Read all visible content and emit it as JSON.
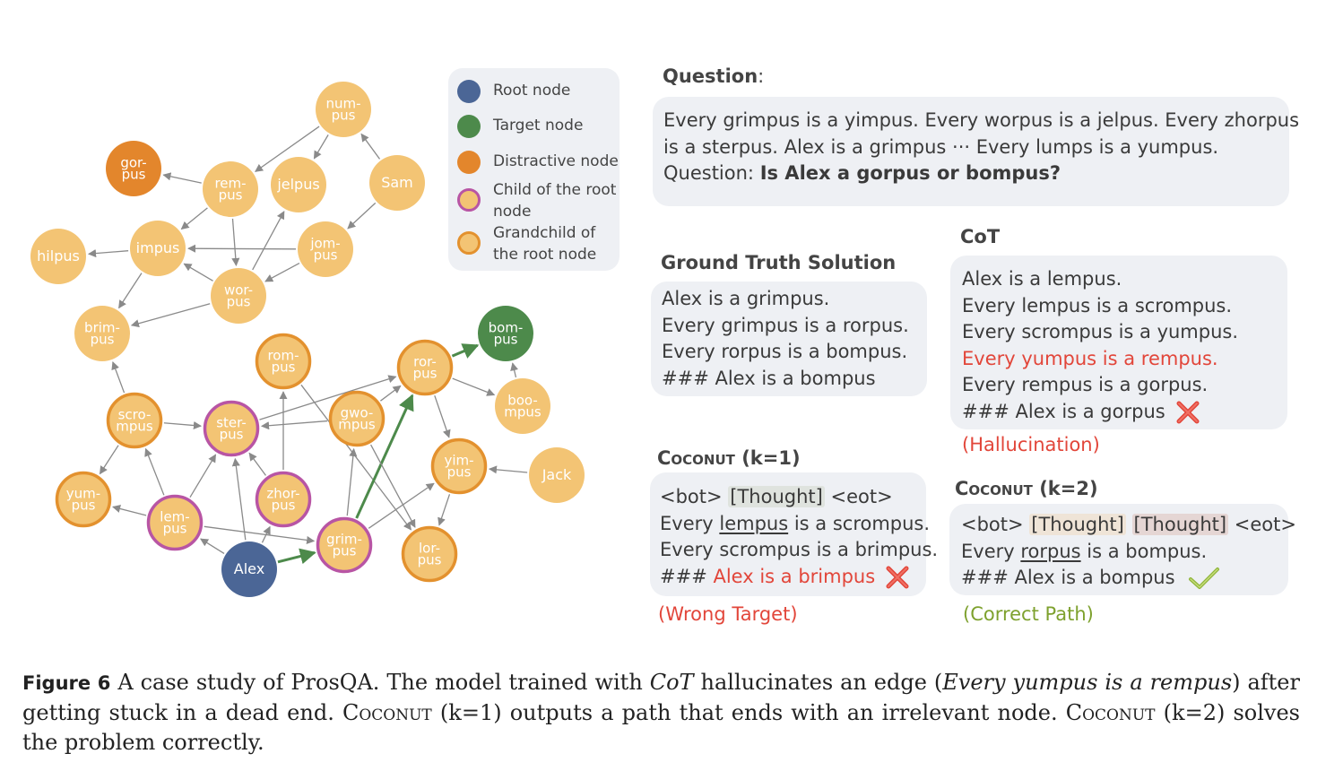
{
  "legend": {
    "items": [
      {
        "label": "Root node",
        "fill": "#4b6696",
        "stroke": "#4b6696"
      },
      {
        "label": "Target node",
        "fill": "#4d8a4b",
        "stroke": "#4d8a4b"
      },
      {
        "label": "Distractive node",
        "fill": "#e3862c",
        "stroke": "#e3862c"
      },
      {
        "label": "Child of the root node",
        "fill": "#f3c474",
        "stroke": "#b855a4"
      },
      {
        "label": "Grandchild of the root node",
        "fill": "#f3c474",
        "stroke": "#e3912e"
      }
    ]
  },
  "graph": {
    "nodes": [
      {
        "id": "numpus",
        "label": "num-\npus",
        "kind": "plain"
      },
      {
        "id": "gorpus",
        "label": "gor-\npus",
        "kind": "distractive"
      },
      {
        "id": "rempus",
        "label": "rem-\npus",
        "kind": "plain"
      },
      {
        "id": "jelpus",
        "label": "jelpus",
        "kind": "plain"
      },
      {
        "id": "sam",
        "label": "Sam",
        "kind": "plain"
      },
      {
        "id": "hilpus",
        "label": "hilpus",
        "kind": "plain"
      },
      {
        "id": "impus",
        "label": "impus",
        "kind": "plain"
      },
      {
        "id": "jompus",
        "label": "jom-\npus",
        "kind": "plain"
      },
      {
        "id": "worpus",
        "label": "wor-\npus",
        "kind": "plain"
      },
      {
        "id": "brimpus",
        "label": "brim-\npus",
        "kind": "plain"
      },
      {
        "id": "rompus",
        "label": "rom-\npus",
        "kind": "grandchild"
      },
      {
        "id": "rorpus",
        "label": "ror-\npus",
        "kind": "grandchild"
      },
      {
        "id": "bompus",
        "label": "bom-\npus",
        "kind": "target"
      },
      {
        "id": "boompus",
        "label": "boo-\nmpus",
        "kind": "plain"
      },
      {
        "id": "scrompus",
        "label": "scro-\nmpus",
        "kind": "grandchild"
      },
      {
        "id": "sterpus",
        "label": "ster-\npus",
        "kind": "child"
      },
      {
        "id": "gwompus",
        "label": "gwo-\nmpus",
        "kind": "grandchild"
      },
      {
        "id": "yimpus",
        "label": "yim-\npus",
        "kind": "grandchild"
      },
      {
        "id": "jack",
        "label": "Jack",
        "kind": "plain"
      },
      {
        "id": "yumpus",
        "label": "yum-\npus",
        "kind": "grandchild"
      },
      {
        "id": "zhorpus",
        "label": "zhor-\npus",
        "kind": "child"
      },
      {
        "id": "lempus",
        "label": "lem-\npus",
        "kind": "child"
      },
      {
        "id": "grimpus",
        "label": "grim-\npus",
        "kind": "child"
      },
      {
        "id": "lorpus",
        "label": "lor-\npus",
        "kind": "grandchild"
      },
      {
        "id": "alex",
        "label": "Alex",
        "kind": "root"
      }
    ],
    "edges": [
      [
        "numpus",
        "rempus",
        false
      ],
      [
        "numpus",
        "jelpus",
        false
      ],
      [
        "sam",
        "numpus",
        false
      ],
      [
        "sam",
        "jompus",
        false
      ],
      [
        "rempus",
        "gorpus",
        false
      ],
      [
        "rempus",
        "impus",
        false
      ],
      [
        "rempus",
        "worpus",
        false
      ],
      [
        "jompus",
        "impus",
        false
      ],
      [
        "jompus",
        "worpus",
        false
      ],
      [
        "impus",
        "hilpus",
        false
      ],
      [
        "impus",
        "brimpus",
        false
      ],
      [
        "worpus",
        "impus",
        false
      ],
      [
        "worpus",
        "jelpus",
        false
      ],
      [
        "worpus",
        "brimpus",
        false
      ],
      [
        "scrompus",
        "brimpus",
        false
      ],
      [
        "scrompus",
        "sterpus",
        false
      ],
      [
        "scrompus",
        "yumpus",
        false
      ],
      [
        "lempus",
        "scrompus",
        false
      ],
      [
        "lempus",
        "yumpus",
        false
      ],
      [
        "lempus",
        "sterpus",
        false
      ],
      [
        "alex",
        "lempus",
        false
      ],
      [
        "alex",
        "sterpus",
        false
      ],
      [
        "alex",
        "zhorpus",
        false
      ],
      [
        "alex",
        "grimpus",
        true
      ],
      [
        "zhorpus",
        "rompus",
        false
      ],
      [
        "zhorpus",
        "sterpus",
        false
      ],
      [
        "sterpus",
        "rorpus",
        false
      ],
      [
        "gwompus",
        "sterpus",
        false
      ],
      [
        "rompus",
        "lorpus",
        false
      ],
      [
        "grimpus",
        "rorpus",
        true
      ],
      [
        "grimpus",
        "gwompus",
        false
      ],
      [
        "grimpus",
        "yimpus",
        false
      ],
      [
        "lempus",
        "grimpus",
        false
      ],
      [
        "gwompus",
        "rorpus",
        false
      ],
      [
        "gwompus",
        "lorpus",
        false
      ],
      [
        "rorpus",
        "bompus",
        true
      ],
      [
        "rorpus",
        "boompus",
        false
      ],
      [
        "rorpus",
        "yimpus",
        false
      ],
      [
        "boompus",
        "bompus",
        false
      ],
      [
        "yimpus",
        "lorpus",
        false
      ],
      [
        "jack",
        "yimpus",
        false
      ]
    ]
  },
  "question": {
    "heading": "Question",
    "heading_suffix": ":",
    "line1": "Every grimpus is a yimpus. Every worpus is a jelpus. Every zhorpus",
    "line2": "is a sterpus. Alex is a grimpus ··· Every lumps is a yumpus.",
    "line3_prefix": "Question: ",
    "line3_bold": "Is Alex a gorpus or bompus?"
  },
  "ground_truth": {
    "heading": "Ground Truth Solution",
    "lines": [
      "Alex is a grimpus.",
      "Every grimpus is a rorpus.",
      "Every rorpus is a bompus.",
      "### Alex is a bompus"
    ]
  },
  "cot": {
    "heading": "CoT",
    "line1": "Alex is a lempus.",
    "line2": "Every lempus is a scrompus.",
    "line3": "Every scrompus is a yumpus.",
    "line4": "Every yumpus is a rempus.",
    "line5": "Every rempus is a gorpus.",
    "line6": "### Alex is a gorpus",
    "note": "(Hallucination)"
  },
  "coconut1": {
    "heading_sc": "Coconut",
    "heading_k": " (k=1)",
    "bot": "<bot> ",
    "thought": "[Thought]",
    "eot": " <eot>",
    "l2_a": "Every ",
    "l2_u": "lempus",
    "l2_b": " is a scrompus.",
    "line3": "Every scrompus is a brimpus.",
    "l4_a": "### ",
    "l4_red": "Alex is a brimpus",
    "note": "(Wrong Target)"
  },
  "coconut2": {
    "heading_sc": "Coconut",
    "heading_k": " (k=2)",
    "bot": "<bot> ",
    "thought1": "[Thought]",
    "thought2": "[Thought]",
    "eot": " <eot>",
    "l2_a": "Every ",
    "l2_u": "rorpus",
    "l2_b": " is a bompus.",
    "line3": "### Alex is a bompus",
    "note": "(Correct Path)"
  },
  "caption": {
    "label": "Figure 6",
    "t1": "  A case study of ProsQA. The model trained with ",
    "cot": "CoT",
    "t2": " hallucinates an edge (",
    "edge": "Every yumpus is a rempus",
    "t3": ") after getting stuck in a dead end. ",
    "coconut_a": "Coconut",
    "t4": " (k=1) outputs a path that ends with an irrelevant node. ",
    "coconut_b": "Coconut",
    "t5": " (k=2) solves the problem correctly."
  },
  "colors": {
    "plain": "#f3c474",
    "root": "#4b6696",
    "target": "#4d8a4b",
    "distractive": "#e3862c",
    "child_ring": "#b855a4",
    "grandchild_ring": "#e3912e",
    "edge": "#8a8a8a",
    "path": "#4d8a4b",
    "red": "#e2463a",
    "green": "#7ea12e"
  },
  "icons": {
    "wrong": "cross-icon",
    "right": "check-icon"
  }
}
